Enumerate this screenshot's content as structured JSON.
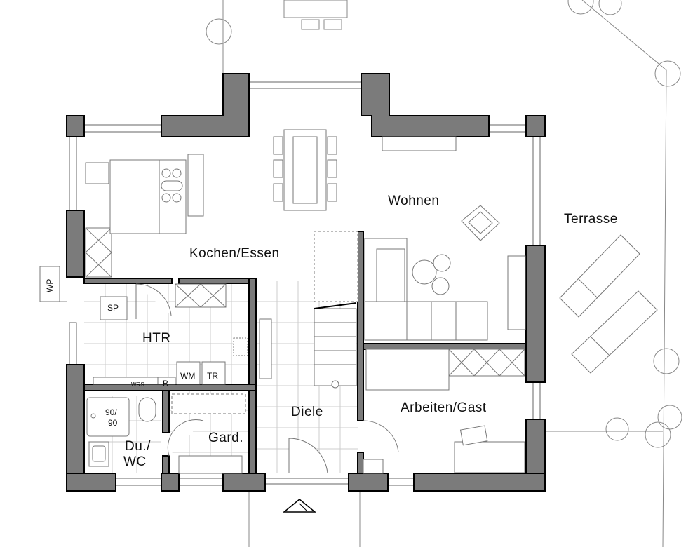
{
  "rooms": {
    "wohnen": "Wohnen",
    "kochen_essen": "Kochen/Essen",
    "terrasse": "Terrasse",
    "htr": "HTR",
    "diele": "Diele",
    "arbeiten_gast": "Arbeiten/Gast",
    "gard": "Gard.",
    "du_wc_1": "Du./",
    "du_wc_2": "WC"
  },
  "fixtures": {
    "sp": "SP",
    "wm": "WM",
    "tr": "TR",
    "b": "B",
    "wp": "WP",
    "shower_1": "90/",
    "shower_2": "90",
    "wrs": "WRS"
  }
}
